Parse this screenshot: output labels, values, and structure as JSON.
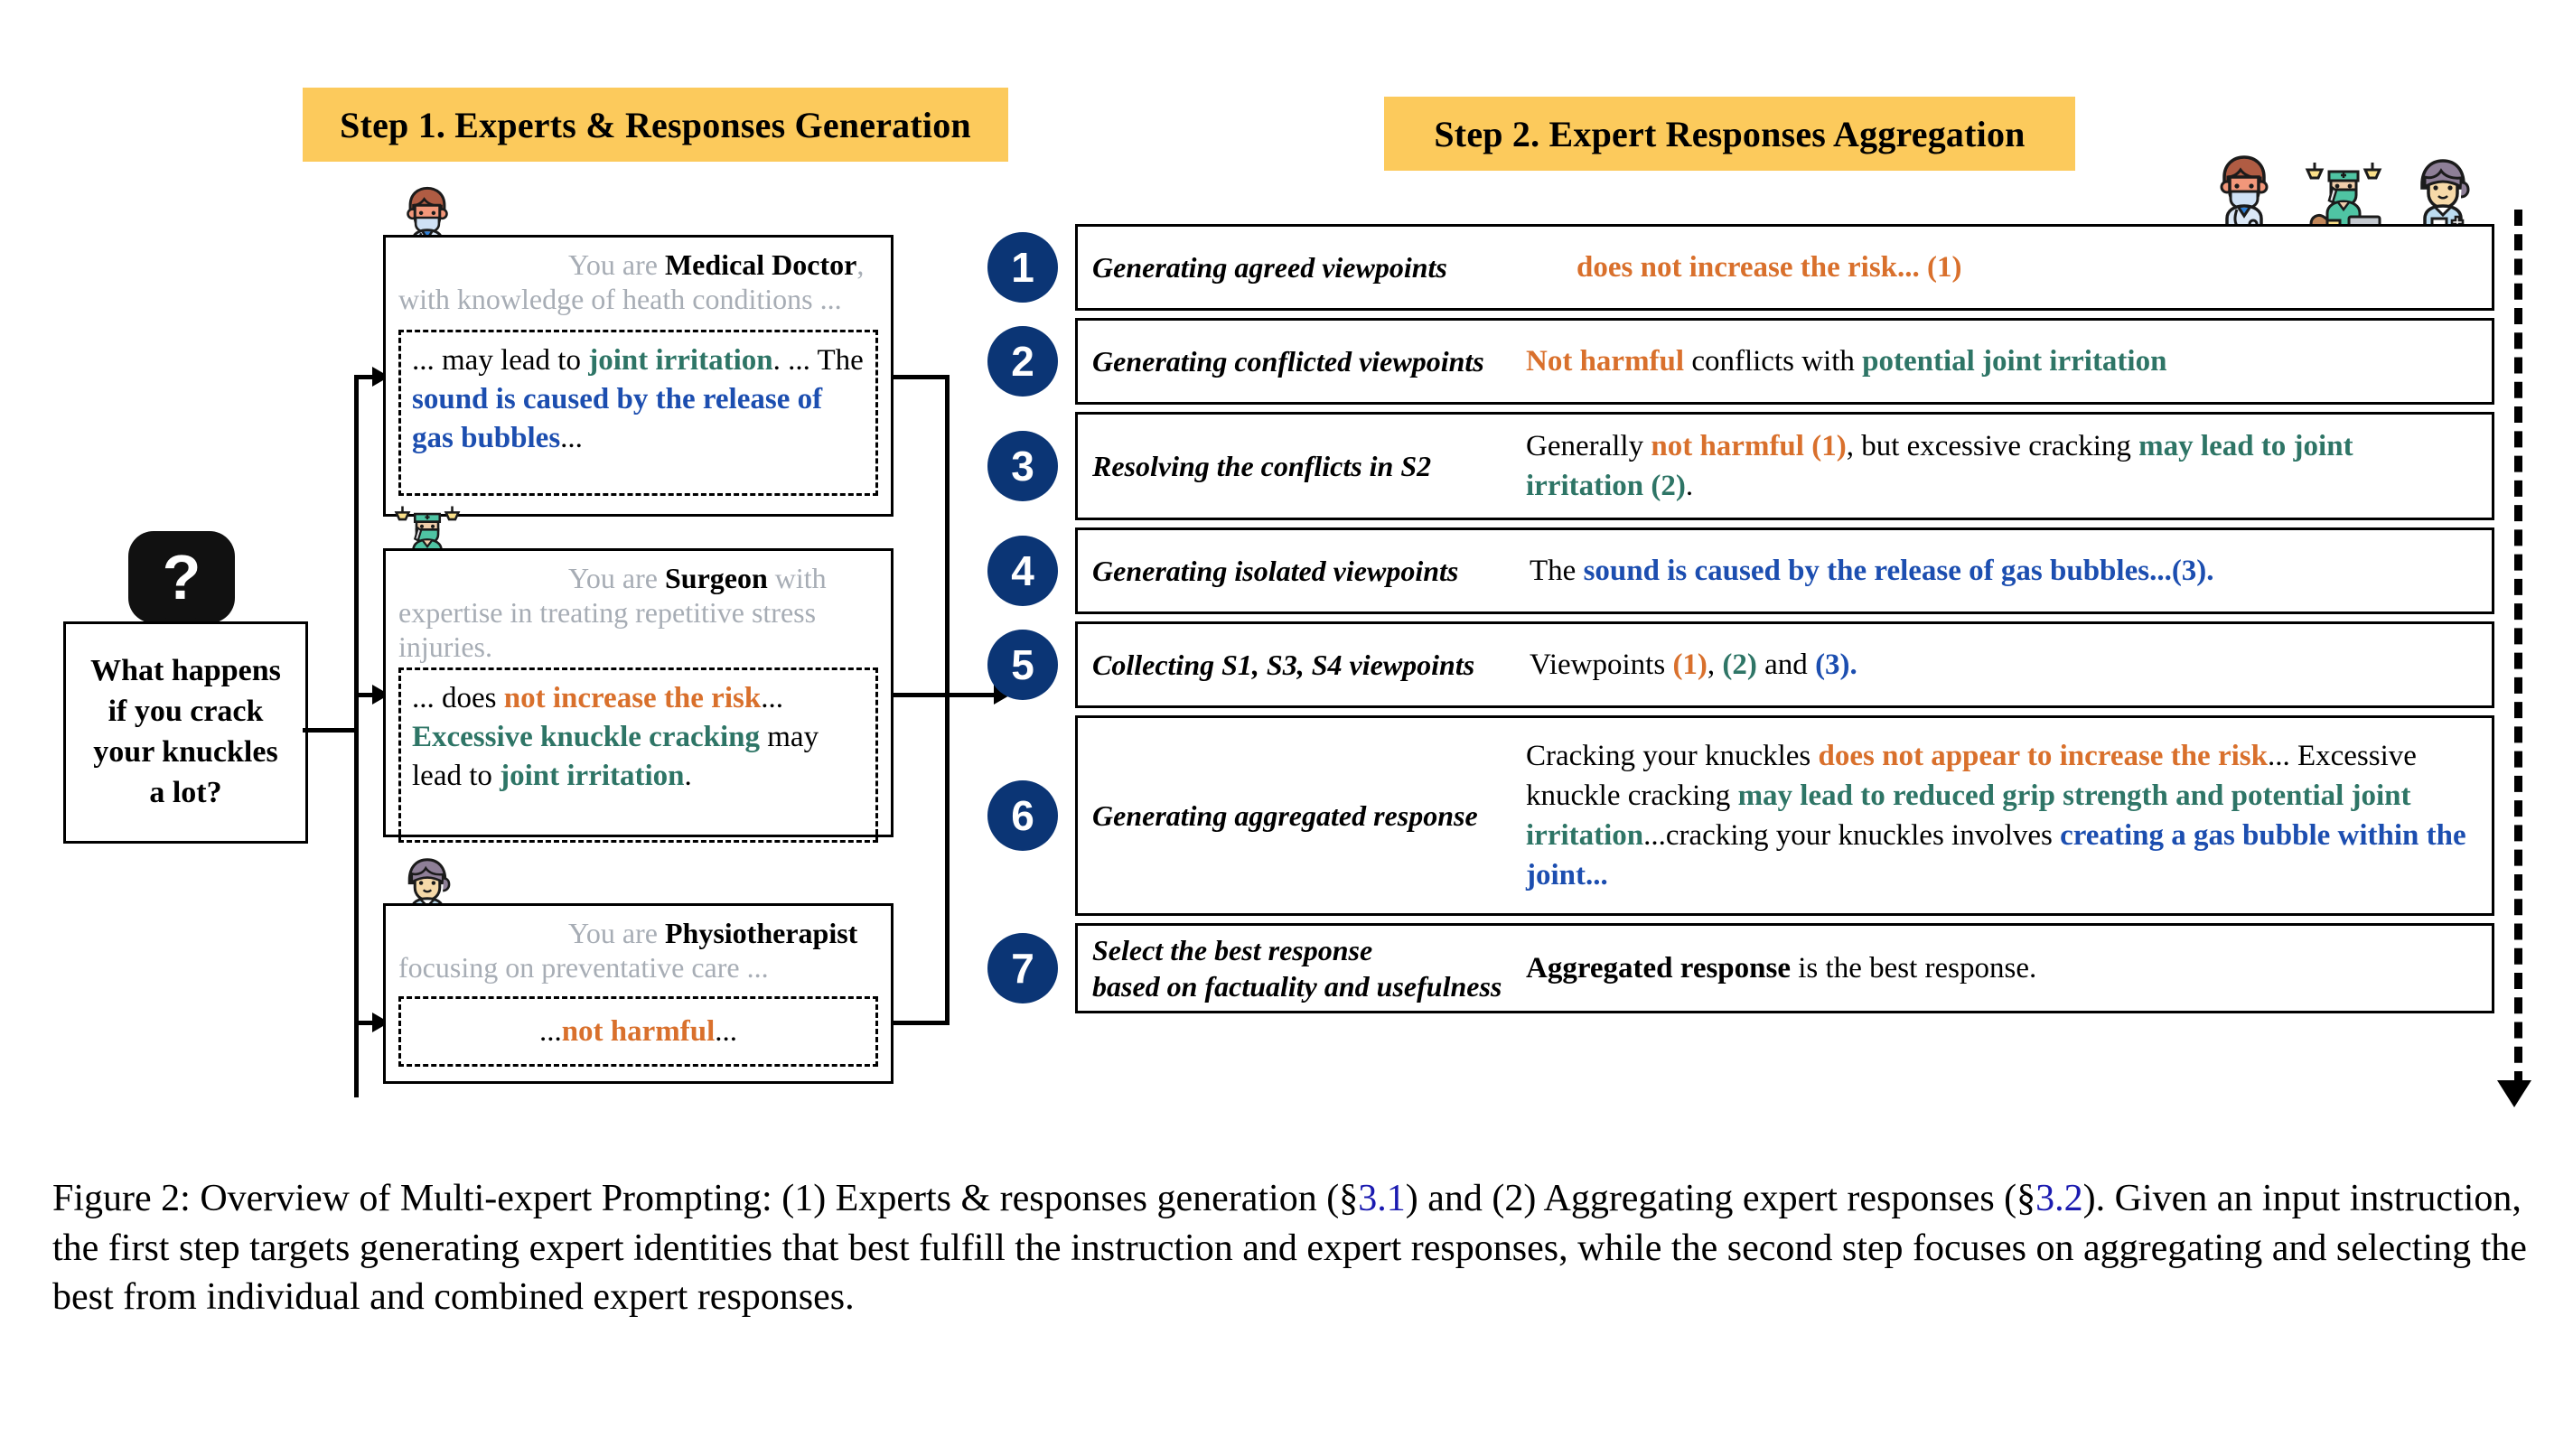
{
  "steps": {
    "step1_title": "Step 1. Experts & Responses Generation",
    "step2_title": "Step 2. Expert Responses Aggregation"
  },
  "question": {
    "icon": "question-mark-icon",
    "glyph": "?",
    "lines": [
      "What happens",
      "if you crack",
      "your knuckles",
      "a lot?"
    ]
  },
  "experts": [
    {
      "avatar": "doctor-avatar",
      "prompt_lead": "You are ",
      "role": "Medical Doctor",
      "prompt_tail": ", with knowledge of heath conditions ...",
      "response": {
        "line1_plain_a": "... may lead to ",
        "line1_green": "joint irritation",
        "line1_plain_b": ".",
        "line2_plain_a": "... The ",
        "line2_blue": "sound is caused by the release of gas bubbles",
        "line2_plain_b": "..."
      }
    },
    {
      "avatar": "surgeon-avatar",
      "prompt_lead": "You are ",
      "role": "Surgeon",
      "prompt_tail": " with expertise in treating repetitive stress injuries.",
      "response": {
        "line1_plain_a": "... does ",
        "line1_orange": "not increase the risk",
        "line1_plain_b": "...",
        "line2_green_a": "Excessive knuckle cracking",
        "line2_plain_a": " may lead to ",
        "line2_green_b": "joint irritation",
        "line2_plain_b": "."
      }
    },
    {
      "avatar": "physiotherapist-avatar",
      "prompt_lead": "You are ",
      "role": "Physiotherapist",
      "prompt_tail": " focusing on preventative care ...",
      "response": {
        "line1_plain_a": "... ",
        "line1_orange": "not harmful",
        "line1_plain_b": " ..."
      }
    }
  ],
  "top_avatars": [
    "doctor-avatar",
    "surgeon-avatar",
    "physiotherapist-avatar"
  ],
  "aggregation_rows": [
    {
      "number": "1",
      "action": "Generating agreed viewpoints",
      "result_parts": [
        {
          "text": "does not increase the risk... (1)",
          "style": "orange"
        }
      ]
    },
    {
      "number": "2",
      "action": "Generating conflicted viewpoints",
      "result_parts": [
        {
          "text": "Not harmful",
          "style": "orange"
        },
        {
          "text": " conflicts with ",
          "style": "plain"
        },
        {
          "text": "potential joint irritation",
          "style": "green"
        }
      ]
    },
    {
      "number": "3",
      "action": "Resolving the conflicts in S2",
      "result_parts": [
        {
          "text": "Generally ",
          "style": "plain"
        },
        {
          "text": "not harmful (1)",
          "style": "orange"
        },
        {
          "text": ", but excessive cracking ",
          "style": "plain"
        },
        {
          "text": "may lead to joint irritation (2)",
          "style": "green"
        },
        {
          "text": ".",
          "style": "plain"
        }
      ]
    },
    {
      "number": "4",
      "action": "Generating isolated viewpoints",
      "result_parts": [
        {
          "text": "The ",
          "style": "plain"
        },
        {
          "text": "sound is caused by the release of gas bubbles...(3).",
          "style": "blue"
        }
      ]
    },
    {
      "number": "5",
      "action": "Collecting S1, S3, S4 viewpoints",
      "result_parts": [
        {
          "text": "Viewpoints ",
          "style": "plain"
        },
        {
          "text": "(1)",
          "style": "orange"
        },
        {
          "text": ", ",
          "style": "plain"
        },
        {
          "text": "(2)",
          "style": "green"
        },
        {
          "text": " and ",
          "style": "plain"
        },
        {
          "text": "(3).",
          "style": "blue"
        }
      ]
    },
    {
      "number": "6",
      "action": "Generating aggregated response",
      "result_parts": [
        {
          "text": "Cracking your knuckles ",
          "style": "plain"
        },
        {
          "text": "does not appear to increase the risk",
          "style": "orange"
        },
        {
          "text": "... Excessive knuckle cracking ",
          "style": "plain"
        },
        {
          "text": "may lead to reduced grip strength and potential joint irritation",
          "style": "green"
        },
        {
          "text": "...cracking your knuckles involves ",
          "style": "plain"
        },
        {
          "text": "creating a gas bubble within the joint...",
          "style": "blue"
        }
      ]
    },
    {
      "number": "7",
      "action": "Select the best response\nbased on factuality and usefulness",
      "action_line1": "Select the best response",
      "action_line2": "based on factuality and usefulness",
      "result_parts": [
        {
          "text": "Aggregated response",
          "style": "black-bold"
        },
        {
          "text": " is the best response.",
          "style": "plain"
        }
      ]
    }
  ],
  "caption": {
    "label": "Figure 2:",
    "part1": " Overview of Multi-expert Prompting: (1) Experts & responses generation (§",
    "ref1": "3.1",
    "part2": ") and (2) Aggregating expert responses (§",
    "ref2": "3.2",
    "part3": "). Given an input instruction, the first step targets generating expert identities that best fulfill the instruction and expert responses, while the second step focuses on aggregating and selecting the best from individual and combined expert responses."
  },
  "colors": {
    "banner_yellow": "#fcca5c",
    "badge_navy": "#0b3575",
    "orange": "#d9702c",
    "green": "#2e7566",
    "blue": "#1c4eb0",
    "prompt_gray": "#a7adb5",
    "ref_link": "#1a1ab0"
  }
}
